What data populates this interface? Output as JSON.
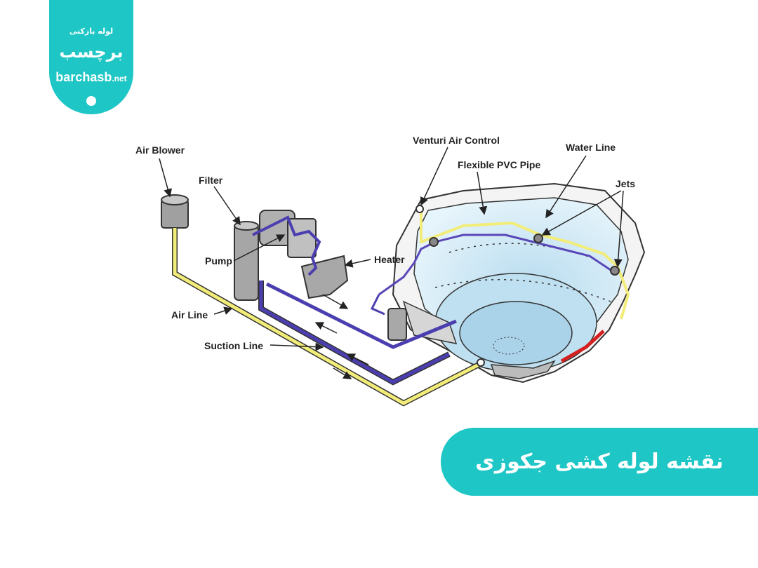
{
  "logo": {
    "small_text": "لوله بازکنی",
    "brand": "برچسب",
    "domain_main": "barchasb",
    "domain_tld": ".net"
  },
  "diagram": {
    "labels": {
      "air_blower": "Air Blower",
      "filter": "Filter",
      "pump": "Pump",
      "heater": "Heater",
      "air_line": "Air Line",
      "suction_line": "Suction Line",
      "venturi": "Venturi Air Control",
      "flexible_pipe": "Flexible PVC Pipe",
      "water_line": "Water Line",
      "jets": "Jets"
    },
    "colors": {
      "water_line": "#4b3fb0",
      "air_line": "#f2ec79",
      "tub": "#cfe8f5",
      "equipment": "#9a9a9a"
    }
  },
  "title": "نقشه لوله کشی جکوزی",
  "colors": {
    "accent": "#1fc6c6"
  }
}
